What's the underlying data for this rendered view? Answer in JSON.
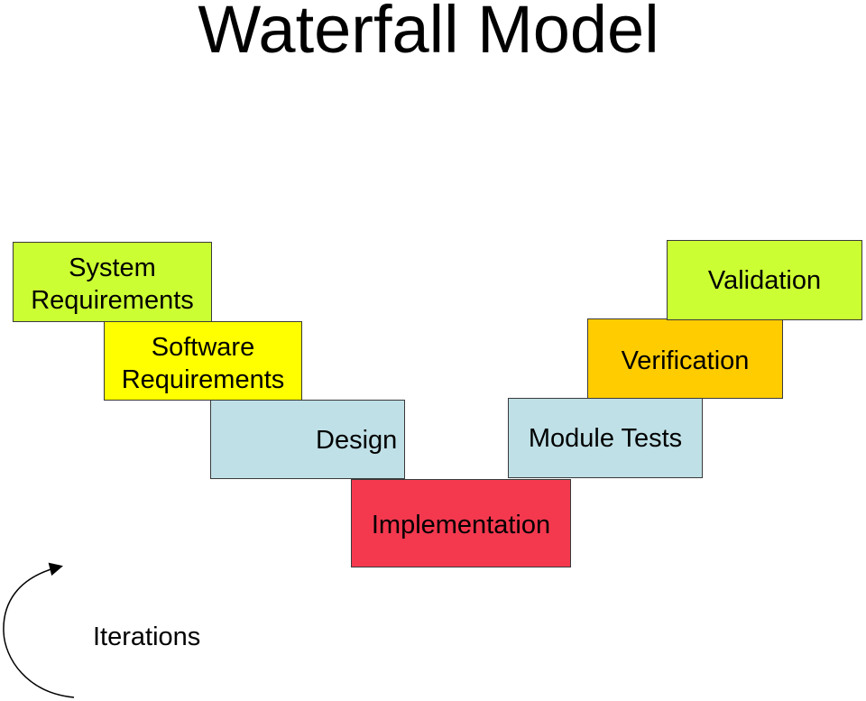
{
  "title": "Waterfall Model",
  "stages": {
    "system_requirements": {
      "lines": [
        "System",
        "Requirements"
      ],
      "color": "#ccff33"
    },
    "software_requirements": {
      "lines": [
        "Software",
        "Requirements"
      ],
      "color": "#ffff00"
    },
    "design": {
      "label": "Design",
      "color": "#bfe0e6"
    },
    "implementation": {
      "label": "Implementation",
      "color": "#f4394f"
    },
    "module_tests": {
      "label": "Module Tests",
      "color": "#bfe0e6"
    },
    "verification": {
      "label": "Verification",
      "color": "#ffcc00"
    },
    "validation": {
      "label": "Validation",
      "color": "#ccff33"
    }
  },
  "iterations_label": "Iterations",
  "icons": {
    "iteration_arrow": "curved-arrow-icon"
  }
}
